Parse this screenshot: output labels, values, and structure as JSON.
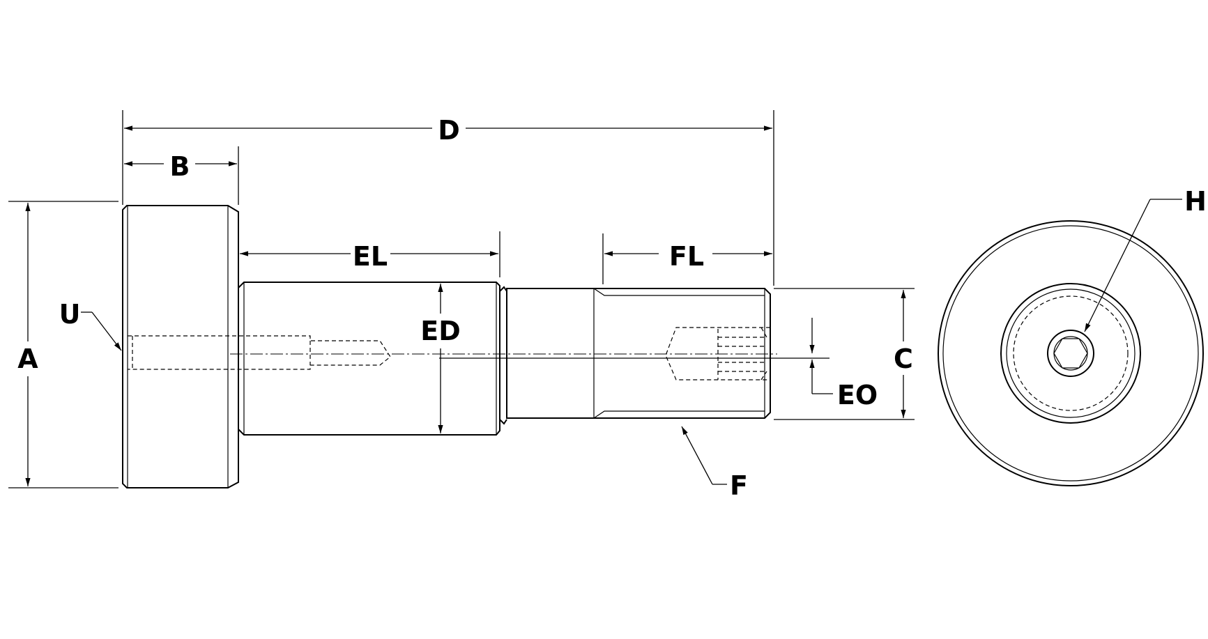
{
  "labels": {
    "a": "A",
    "b": "B",
    "c": "C",
    "d": "D",
    "el": "EL",
    "ed": "ED",
    "fl": "FL",
    "f": "F",
    "eo": "EO",
    "u": "U",
    "h": "H"
  }
}
